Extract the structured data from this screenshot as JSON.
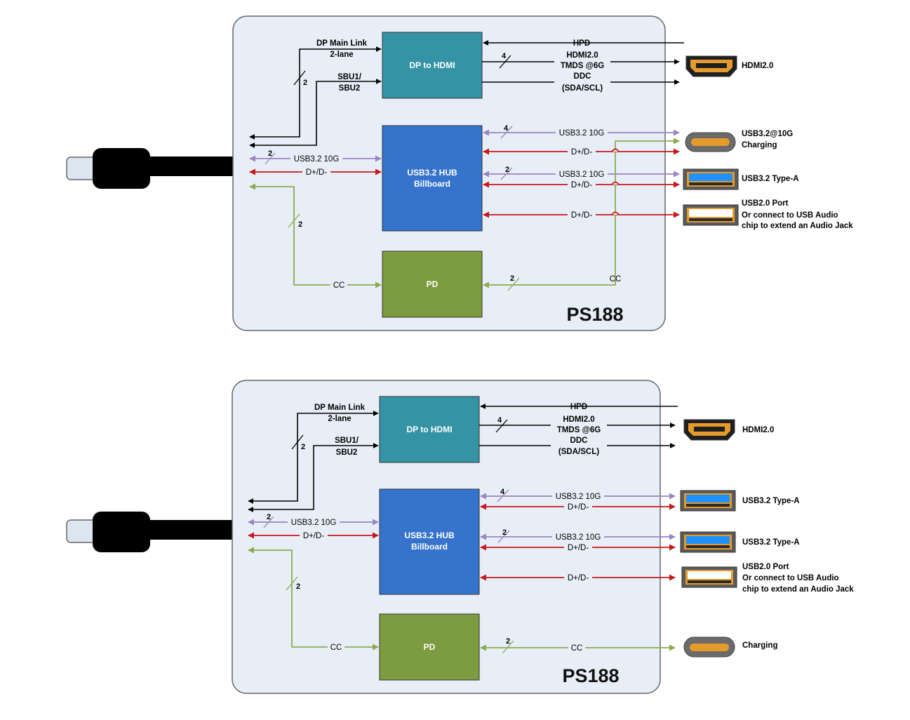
{
  "colors": {
    "board_fill": "#e8eef7",
    "board_stroke": "#666666",
    "dp_block": "#3494a6",
    "hub_block": "#3573cc",
    "pd_block": "#7d9b3f",
    "usb_line": "#9b85c2",
    "dd_line": "#c8181c",
    "cc_line": "#8aac4f",
    "hdmi_line": "#000000"
  },
  "diagrams": [
    {
      "chip": "PS188",
      "dp_block": "DP to HDMI",
      "hub_line1": "USB3.2 HUB",
      "hub_line2": "Billboard",
      "pd_block": "PD",
      "dp_main_1": "DP Main Link",
      "dp_main_2": "2-lane",
      "sbu_1": "SBU1/",
      "sbu_2": "SBU2",
      "hpd": "HPD",
      "hdmi_sig_1": "HDMI2.0",
      "hdmi_sig_2": "TMDS @6G",
      "hdmi_sig_3": "DDC",
      "hdmi_sig_4": "(SDA/SCL)",
      "usb_in": "USB3.2 10G",
      "dd_in": "D+/D-",
      "cc_in": "CC",
      "usb_out_1": "USB3.2 10G",
      "dd_out_1": "D+/D-",
      "usb_out_2": "USB3.2 10G",
      "dd_out_2": "D+/D-",
      "dd_out_3": "D+/D-",
      "cc_out": "CC",
      "n2": "2",
      "n4": "4",
      "port_hdmi": "HDMI2.0",
      "port_1a": "USB3.2@10G",
      "port_1b": "Charging",
      "port_2": "USB3.2 Type-A",
      "port_3a": "USB2.0 Port",
      "port_3b": "Or connect to USB Audio",
      "port_3c": "chip to extend an Audio Jack",
      "icons": [
        "usb-c-plug-icon",
        "hdmi-port-icon",
        "usb-c-port-icon",
        "usb-a-port-icon",
        "usb-a-port-icon"
      ]
    },
    {
      "chip": "PS188",
      "dp_block": "DP to HDMI",
      "hub_line1": "USB3.2 HUB",
      "hub_line2": "Billboard",
      "pd_block": "PD",
      "dp_main_1": "DP Main Link",
      "dp_main_2": "2-lane",
      "sbu_1": "SBU1/",
      "sbu_2": "SBU2",
      "hpd": "HPD",
      "hdmi_sig_1": "HDMI2.0",
      "hdmi_sig_2": "TMDS @6G",
      "hdmi_sig_3": "DDC",
      "hdmi_sig_4": "(SDA/SCL)",
      "usb_in": "USB3.2 10G",
      "dd_in": "D+/D-",
      "cc_in": "CC",
      "usb_out_1": "USB3.2 10G",
      "dd_out_1": "D+/D-",
      "usb_out_2": "USB3.2 10G",
      "dd_out_2": "D+/D-",
      "dd_out_3": "D+/D-",
      "cc_out": "CC",
      "n2": "2",
      "n4": "4",
      "port_hdmi": "HDMI2.0",
      "port_1": "USB3.2 Type-A",
      "port_2": "USB3.2 Type-A",
      "port_3a": "USB2.0 Port",
      "port_3b": "Or connect to USB Audio",
      "port_3c": "chip to extend an Audio Jack",
      "port_cc": "Charging",
      "icons": [
        "usb-c-plug-icon",
        "hdmi-port-icon",
        "usb-a-port-icon",
        "usb-a-port-icon",
        "usb-a-port-icon",
        "usb-c-port-icon"
      ]
    }
  ]
}
